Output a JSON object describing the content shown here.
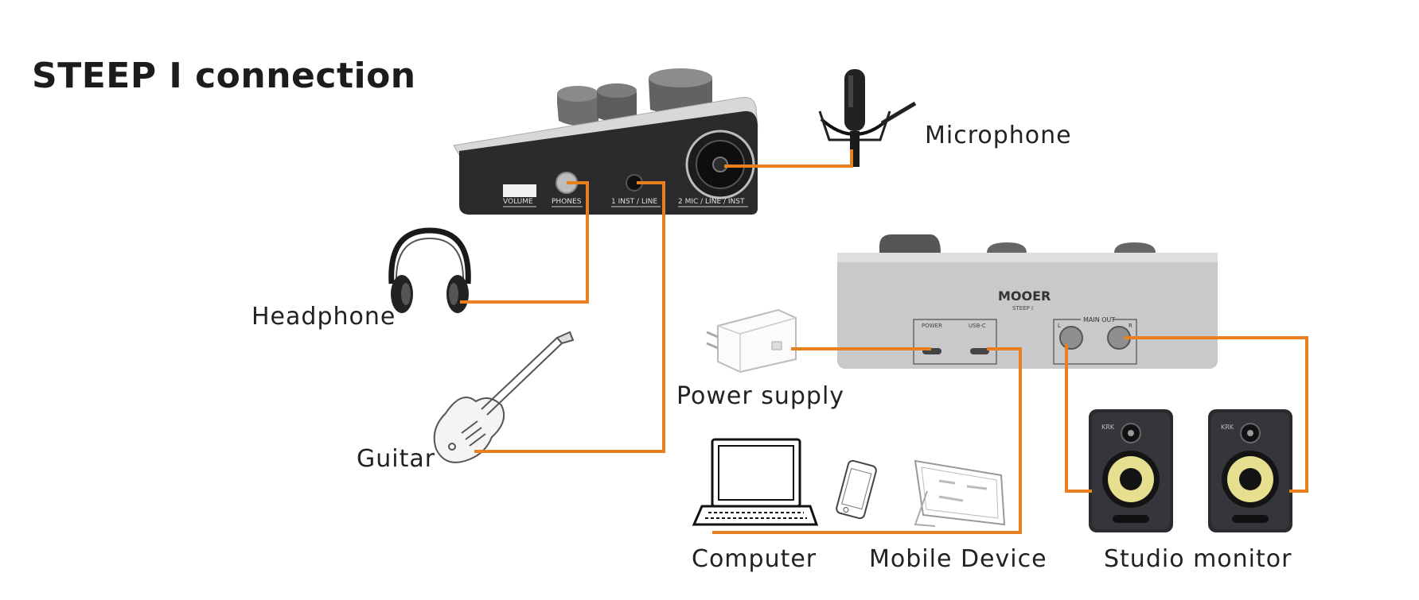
{
  "title": "STEEP I connection",
  "colors": {
    "cable": "#E8801F",
    "device_dark": "#2b2b2e",
    "device_light": "#c9c9cb"
  },
  "labels": {
    "microphone": "Microphone",
    "headphone": "Headphone",
    "guitar": "Guitar",
    "power_supply": "Power supply",
    "computer": "Computer",
    "mobile_device": "Mobile Device",
    "studio_monitor": "Studio monitor"
  },
  "front_panel": {
    "volume": "VOLUME",
    "phones": "PHONES",
    "input1": "1  INST / LINE",
    "input2": "2  MIC / LINE / INST"
  },
  "back_panel": {
    "brand": "MOOER",
    "model": "STEEP I",
    "power": "POWER",
    "usb": "USB-C",
    "main_out": "MAIN OUT",
    "left": "L",
    "right": "R"
  },
  "icons": [
    "headphone-icon",
    "guitar-icon",
    "microphone-icon",
    "power-adapter-icon",
    "laptop-icon",
    "phone-icon",
    "tablet-icon",
    "studio-monitor-icon"
  ]
}
